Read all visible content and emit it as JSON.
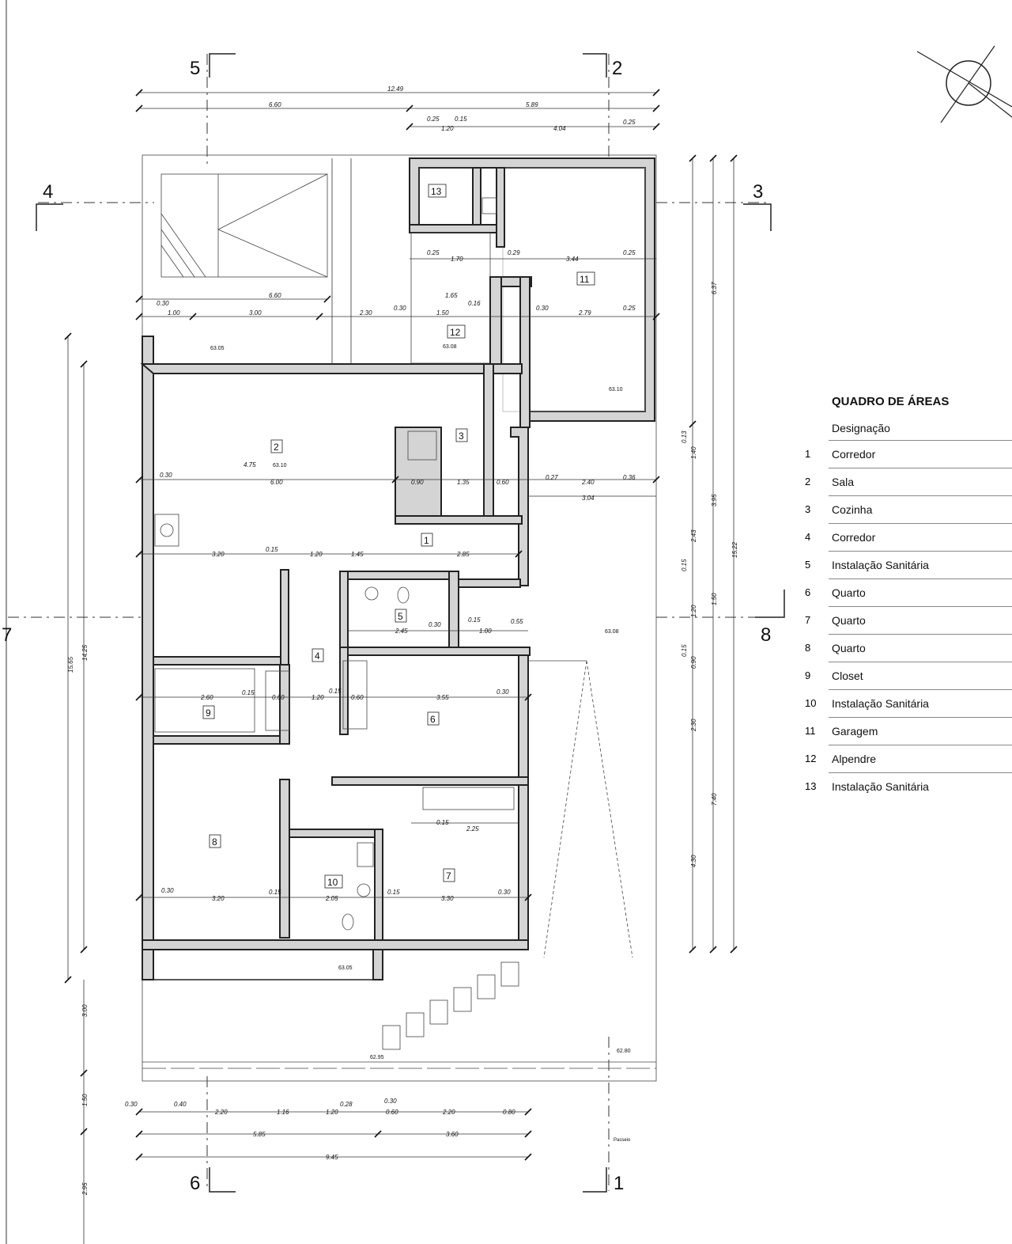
{
  "legend": {
    "title": "QUADRO DE ÁREAS",
    "subtitle": "Designação",
    "items": [
      {
        "num": "1",
        "label": "Corredor"
      },
      {
        "num": "2",
        "label": "Sala"
      },
      {
        "num": "3",
        "label": "Cozinha"
      },
      {
        "num": "4",
        "label": "Corredor"
      },
      {
        "num": "5",
        "label": "Instalação Sanitária"
      },
      {
        "num": "6",
        "label": "Quarto"
      },
      {
        "num": "7",
        "label": "Quarto"
      },
      {
        "num": "8",
        "label": "Quarto"
      },
      {
        "num": "9",
        "label": "Closet"
      },
      {
        "num": "10",
        "label": "Instalação Sanitária"
      },
      {
        "num": "11",
        "label": "Garagem"
      },
      {
        "num": "12",
        "label": "Alpendre"
      },
      {
        "num": "13",
        "label": "Instalação Sanitária"
      }
    ]
  },
  "sections": {
    "s1": "1",
    "s2": "2",
    "s3": "3",
    "s4": "4",
    "s5": "5",
    "s6": "6",
    "s7": "7",
    "s8": "8"
  },
  "rooms": {
    "r1": "1",
    "r2": "2",
    "r3": "3",
    "r4": "4",
    "r5": "5",
    "r6": "6",
    "r7": "7",
    "r8": "8",
    "r9": "9",
    "r10": "10",
    "r11": "11",
    "r12": "12",
    "r13": "13"
  },
  "dimensions": {
    "top_total": "12.49",
    "top_left": "6.60",
    "top_right": "5.89",
    "top_a": "0.25",
    "top_b": "0.15",
    "top_c": "1.20",
    "top_d": "4.04",
    "top_e": "0.25",
    "mid_660": "6.60",
    "row_030": "0.30",
    "row_100": "1.00",
    "row_300": "3.00",
    "row_230": "2.30",
    "row_030b": "0.30",
    "row_165": "1.65",
    "row_150": "1.50",
    "row_016": "0.16",
    "row_030c": "0.30",
    "row_279": "2.79",
    "row_025": "0.25",
    "g_025": "0.25",
    "g_170": "1.70",
    "g_029": "0.29",
    "g_344": "3.44",
    "g_025b": "0.25",
    "sala_600": "6.00",
    "sala_030": "0.30",
    "sala_475": "4.75",
    "k_090": "0.90",
    "k_135": "1.35",
    "k_060": "0.60",
    "r_027": "0.27",
    "r_240": "2.40",
    "r_036": "0.36",
    "r_304": "3.04",
    "c_320": "3.20",
    "c_015": "0.15",
    "c_120": "1.20",
    "c_145": "1.45",
    "c_285": "2.85",
    "b_245": "2.45",
    "b_030": "0.30",
    "b_015": "0.15",
    "b_100": "1.00",
    "b_055": "0.55",
    "q_260": "2.60",
    "q_015": "0.15",
    "q_060": "0.60",
    "q_120": "1.20",
    "q_015b": "0.15",
    "q_060b": "0.60",
    "q_355": "3.55",
    "q_030": "0.30",
    "q7_015": "0.15",
    "q7_225": "2.25",
    "bot_030": "0.30",
    "bot_320": "3.20",
    "bot_015": "0.15",
    "bot_205": "2.05",
    "bot_015b": "0.15",
    "bot_330": "3.30",
    "bot_030b": "0.30",
    "l_030": "0.30",
    "l_040": "0.40",
    "l_220": "2.20",
    "l_116": "1.16",
    "l_120": "1.20",
    "l_028": "0.28",
    "l_030b": "0.30",
    "l_060": "0.60",
    "l_220b": "2.20",
    "l_080": "0.80",
    "l_585": "5.85",
    "l_360": "3.60",
    "l_945": "9.45",
    "v_1565": "15.65",
    "v_1425": "14.25",
    "v_300": "3.00",
    "v_150": "1.50",
    "v_295": "2.95",
    "v_637": "6.37",
    "v_1522": "15.22",
    "v_395": "3.95",
    "v_740": "7.40",
    "v_013": "0.13",
    "v_140": "1.40",
    "v_243": "2.43",
    "v_015": "0.15",
    "v_120": "1.20",
    "v_230": "2.30",
    "v_430": "4.30",
    "v_150b": "1.50",
    "v_090": "0.90",
    "v_015b": "0.15",
    "passeio": "Passeio"
  },
  "levels": {
    "l1": "63.05",
    "l2": "63.08",
    "l3": "63.10",
    "l4": "63.10",
    "l5": "63.08",
    "l6": "63.05",
    "l7": "62.95",
    "l8": "62.80"
  }
}
